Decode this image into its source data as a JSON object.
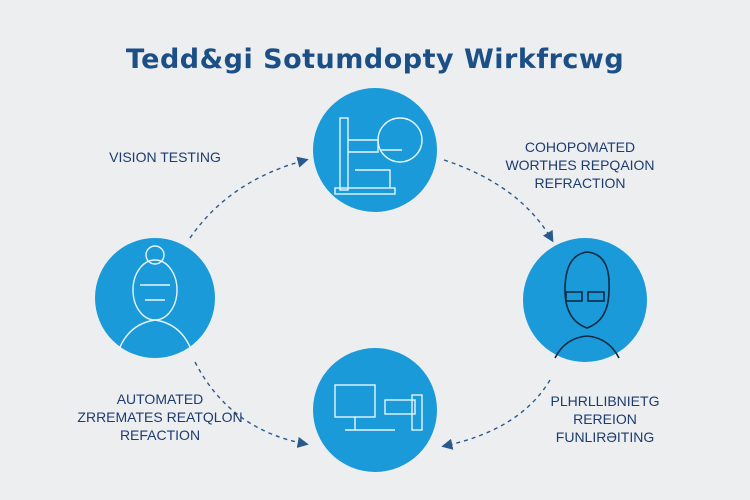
{
  "title": "Tedd&gi Sotumdopty Wirkfrcwg",
  "steps": [
    {
      "id": "top",
      "icon": "slit-lamp-exam-icon"
    },
    {
      "id": "right",
      "icon": "man-with-glasses-icon"
    },
    {
      "id": "bottom",
      "icon": "computer-autorefractor-icon"
    },
    {
      "id": "left",
      "icon": "patient-face-scan-icon"
    }
  ],
  "labels": {
    "top_left": [
      "VISION TESTING"
    ],
    "top_right": [
      "COHOPOMATED",
      "WORTHES REPQAION",
      "REFRACTION"
    ],
    "bottom_left": [
      "AUTOMATED",
      "ZRREMATES REATQLON",
      "REFACTION"
    ],
    "bottom_right": [
      "PLHRLLIBNIETG",
      "REREION",
      "FUNLIRƏITING"
    ]
  },
  "colors": {
    "circle": "#1a9ad8",
    "text": "#1e3c6e",
    "title": "#1b4f86",
    "arrow": "#2a5a8c"
  }
}
